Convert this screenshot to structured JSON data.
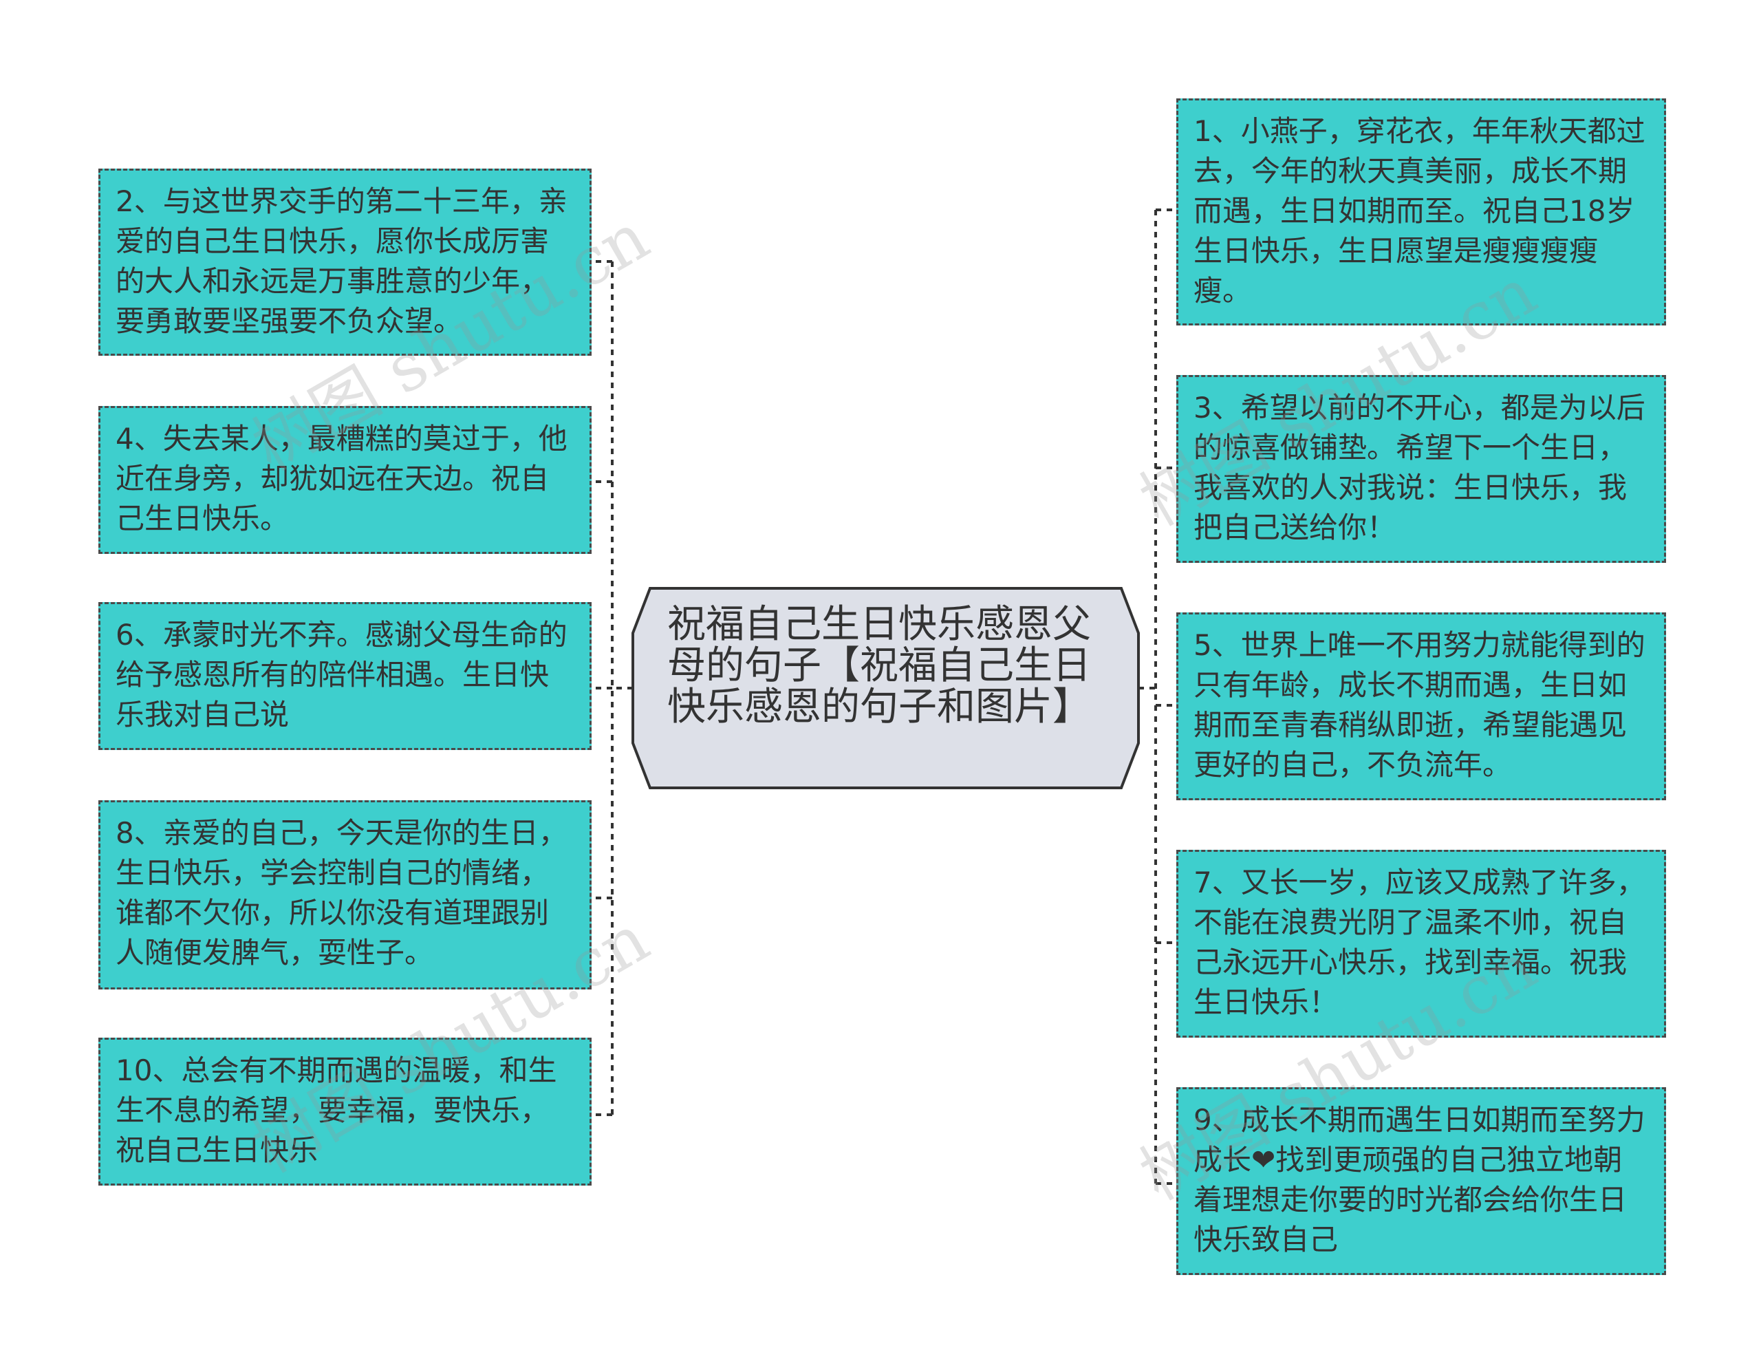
{
  "root": {
    "text": "祝福自己生日快乐感恩父母的句子【祝福自己生日快乐感恩的句子和图片】",
    "fill": "#dde0e8"
  },
  "node_fill": "#3ecfcd",
  "left_nodes": [
    {
      "text": "2、与这世界交手的第二十三年，亲爱的自己生日快乐，愿你长成厉害的大人和永远是万事胜意的少年，要勇敢要坚强要不负众望。"
    },
    {
      "text": "4、失去某人，最糟糕的莫过于，他近在身旁，却犹如远在天边。祝自己生日快乐。"
    },
    {
      "text": "6、承蒙时光不弃。感谢父母生命的给予感恩所有的陪伴相遇。生日快乐我对自己说"
    },
    {
      "text": "8、亲爱的自己，今天是你的生日，生日快乐，学会控制自己的情绪，谁都不欠你，所以你没有道理跟别人随便发脾气，耍性子。"
    },
    {
      "text": "10、总会有不期而遇的温暖，和生生不息的希望，要幸福，要快乐，祝自己生日快乐"
    }
  ],
  "right_nodes": [
    {
      "text": "1、小燕子，穿花衣，年年秋天都过去，今年的秋天真美丽，成长不期而遇，生日如期而至。祝自己18岁生日快乐，生日愿望是瘦瘦瘦瘦瘦。"
    },
    {
      "text": "3、希望以前的不开心，都是为以后的惊喜做铺垫。希望下一个生日，我喜欢的人对我说：生日快乐，我把自己送给你！"
    },
    {
      "text": "5、世界上唯一不用努力就能得到的只有年龄，成长不期而遇，生日如期而至青春稍纵即逝，希望能遇见更好的自己，不负流年。"
    },
    {
      "text": "7、又长一岁，应该又成熟了许多，不能在浪费光阴了温柔不帅，祝自己永远开心快乐，找到幸福。祝我生日快乐！"
    },
    {
      "text": "9、成长不期而遇生日如期而至努力成长❤找到更顽强的自己独立地朝着理想走你要的时光都会给你生日快乐致自己"
    }
  ],
  "watermark": "树图 shutu.cn"
}
